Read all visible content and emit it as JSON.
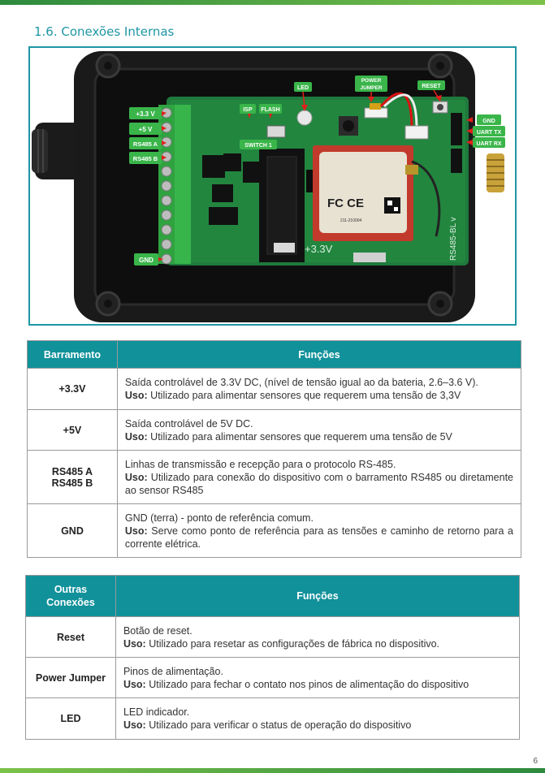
{
  "section_title": "1.6. Conexões Internas",
  "photo": {
    "labels": {
      "v33": "+3.3 V",
      "v5": "+5 V",
      "rs485a": "RS485 A",
      "rs485b": "RS485 B",
      "gnd_left": "GND",
      "isp": "ISP",
      "flash": "FLASH",
      "switch1": "SWITCH 1",
      "led": "LED",
      "power_jumper_1": "POWER",
      "power_jumper_2": "JUMPER",
      "reset": "RESET",
      "gnd_right": "GND",
      "uart_tx": "UART TX",
      "uart_rx": "UART RX"
    },
    "board_text": {
      "silk_33": "+3.3V",
      "model": "RS485-BL v",
      "fcc": "FC CE",
      "fcc_id": "211-210004"
    }
  },
  "table1": {
    "headers": [
      "Barramento",
      "Funções"
    ],
    "rows": [
      {
        "key": [
          "+3.3V"
        ],
        "desc": "Saída controlável de 3.3V DC, (nível de tensão igual ao da bateria, 2.6–3.6 V).",
        "uso_label": "Uso:",
        "uso": " Utilizado para alimentar sensores que requerem uma tensão de 3,3V"
      },
      {
        "key": [
          "+5V"
        ],
        "desc": "Saída controlável de 5V DC.",
        "uso_label": "Uso:",
        "uso": " Utilizado para alimentar sensores que requerem uma tensão de 5V"
      },
      {
        "key": [
          "RS485 A",
          "RS485 B"
        ],
        "desc": "Linhas de transmissão e recepção para o protocolo RS-485.",
        "uso_label": "Uso:",
        "uso": " Utilizado para conexão do dispositivo com o barramento RS485 ou diretamente ao sensor RS485"
      },
      {
        "key": [
          "GND"
        ],
        "desc": "GND (terra) - ponto de referência comum.",
        "uso_label": "Uso:",
        "uso": " Serve como ponto de referência para as tensões e caminho de retorno para a corrente elétrica."
      }
    ]
  },
  "table2": {
    "headers": [
      "Outras Conexões",
      "Funções"
    ],
    "rows": [
      {
        "key": [
          "Reset"
        ],
        "desc": "Botão de reset.",
        "uso_label": "Uso:",
        "uso": " Utilizado para resetar as configurações de fábrica no dispositivo."
      },
      {
        "key": [
          "Power Jumper"
        ],
        "desc": "Pinos de alimentação.",
        "uso_label": "Uso:",
        "uso": " Utilizado para fechar o contato nos pinos de alimentação do dispositivo"
      },
      {
        "key": [
          "LED"
        ],
        "desc": "LED indicador.",
        "uso_label": "Uso:",
        "uso": " Utilizado para verificar o status de operação do dispositivo"
      }
    ]
  },
  "page_number": "6",
  "colors": {
    "accent": "#1e96a4",
    "table_header": "#11919a",
    "label_green": "#3ab54a",
    "board_green": "#1f7a3c",
    "arrow_red": "#e0201a"
  }
}
